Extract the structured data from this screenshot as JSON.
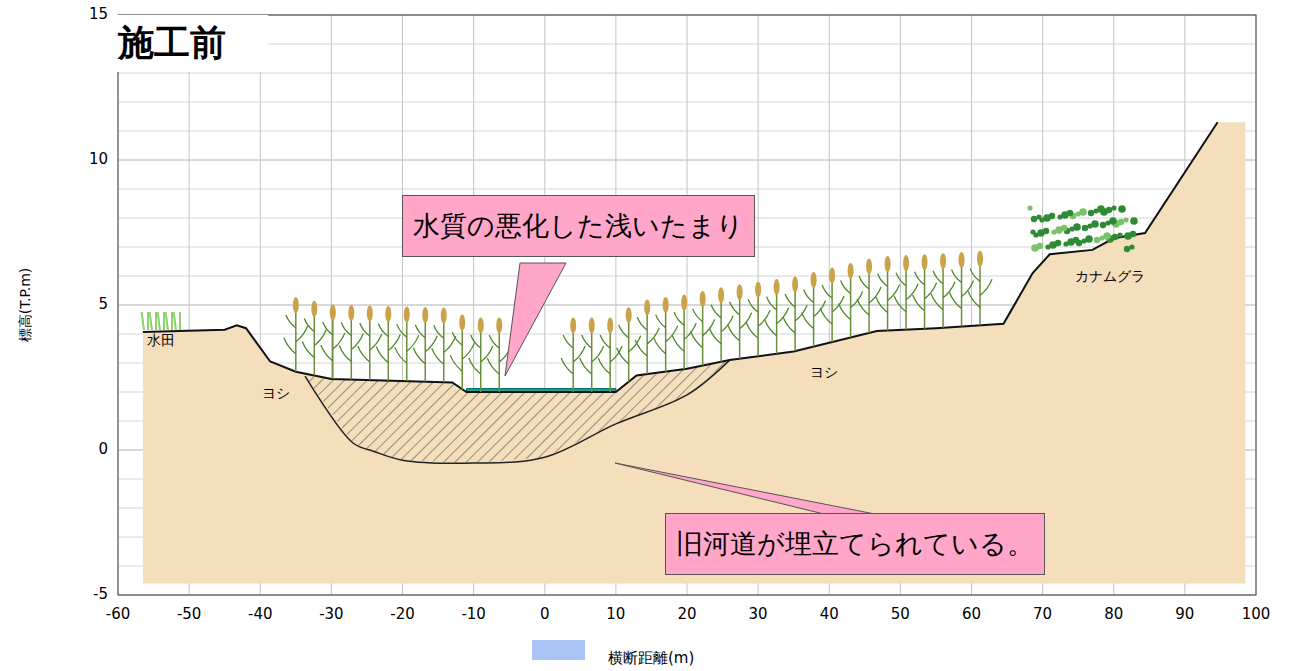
{
  "diagram": {
    "title": "施工前",
    "nodes": [
      {
        "text": [
          "水質の悪化した浅いたまり"
        ]
      },
      {
        "text": [
          "旧河道が埋立てられている。"
        ]
      }
    ],
    "labels": [
      "15",
      "10",
      "5",
      "0",
      "-5",
      "-60",
      "-50",
      "-40",
      "-30",
      "-20",
      "-10",
      "0",
      "10",
      "20",
      "30",
      "40",
      "50",
      "60",
      "70",
      "80",
      "90",
      "100",
      "標高(T.P.m)",
      "横断距離(m)",
      "水田",
      "ヨシ",
      "ヨシ",
      "カナムグラ"
    ]
  }
}
